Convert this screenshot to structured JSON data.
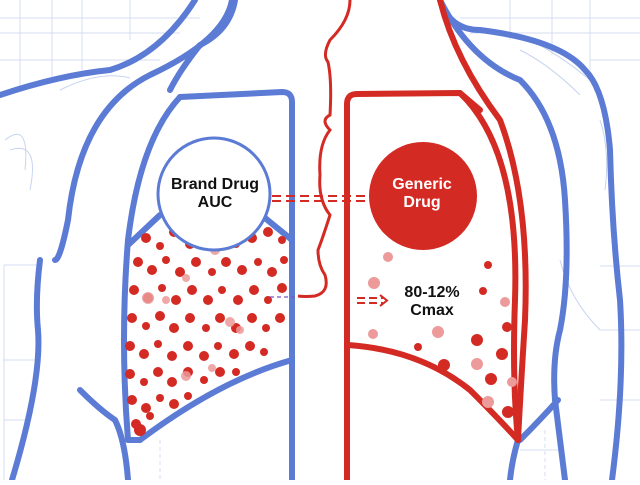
{
  "diagram": {
    "subject": "lungs bioequivalence comparison",
    "colors": {
      "brand_blue": "#5b7bd5",
      "generic_red": "#d42a24",
      "grid_blue": "#c9d6f0",
      "particle_red": "#d42a24",
      "particle_pink": "#ec9a9a",
      "background": "#ffffff"
    },
    "left_lung": {
      "side": "brand",
      "circle_label_line1": "Brand Drug",
      "circle_label_line2": "AUC",
      "particle_density": "dense"
    },
    "right_lung": {
      "side": "generic",
      "circle_label_line1": "Generic",
      "circle_label_line2": "Drug",
      "annotation_line1": "80-12%",
      "annotation_line2": "Cmax",
      "particle_density": "sparse"
    },
    "connectors": [
      {
        "from": "brand-circle",
        "to": "generic-circle",
        "style": "double-dashed"
      },
      {
        "from": "left-lung-particles",
        "to": "cmax-annotation",
        "style": "double-dashed-arrow"
      }
    ]
  }
}
